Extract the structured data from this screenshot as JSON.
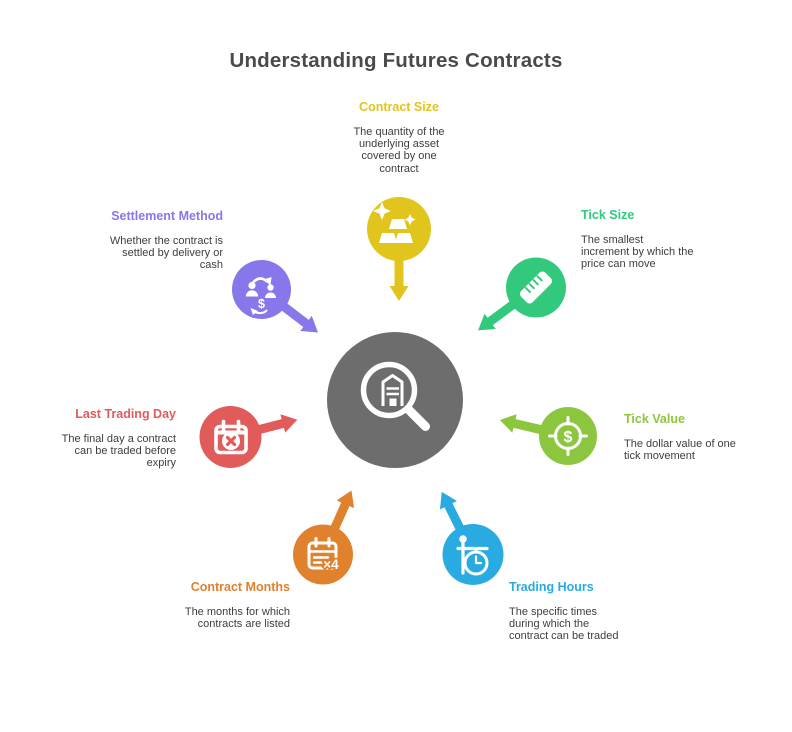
{
  "title": "Understanding Futures Contracts",
  "colors": {
    "background": "#ffffff",
    "title_text": "#4a4a4a",
    "body_text": "#3e3e3e",
    "center_circle": "#6d6d6d",
    "icon_white": "#ffffff"
  },
  "center": {
    "icon": "magnifier-building-icon"
  },
  "spokes": [
    {
      "id": "contract-size",
      "label": "Contract Size",
      "description": "The quantity of the\nunderlying asset\ncovered by one\ncontract",
      "color": "#e2c51c",
      "icon": "gold-bars-icon"
    },
    {
      "id": "tick-size",
      "label": "Tick Size",
      "description": "The smallest\nincrement by which the\nprice can move",
      "color": "#32c97c",
      "icon": "ruler-icon"
    },
    {
      "id": "tick-value",
      "label": "Tick Value",
      "description": "The dollar value of one\ntick movement",
      "color": "#8cc63e",
      "icon": "dollar-target-icon",
      "icon_text": "$"
    },
    {
      "id": "trading-hours",
      "label": "Trading Hours",
      "description": "The specific times\nduring which the\ncontract can be traded",
      "color": "#29abe2",
      "icon": "hanging-clock-icon"
    },
    {
      "id": "contract-months",
      "label": "Contract Months",
      "description": "The months for which\ncontracts are listed",
      "color": "#e0812e",
      "icon": "calendar-multiple-icon",
      "icon_text": "×4"
    },
    {
      "id": "last-trading-day",
      "label": "Last Trading Day",
      "description": "The final day a contract\ncan be traded before\nexpiry",
      "color": "#e25b5b",
      "icon": "calendar-x-icon"
    },
    {
      "id": "settlement-method",
      "label": "Settlement Method",
      "description": "Whether the contract is\nsettled by delivery or\ncash",
      "color": "#8678ea",
      "icon": "exchange-dollar-icon",
      "icon_text": "$"
    }
  ]
}
